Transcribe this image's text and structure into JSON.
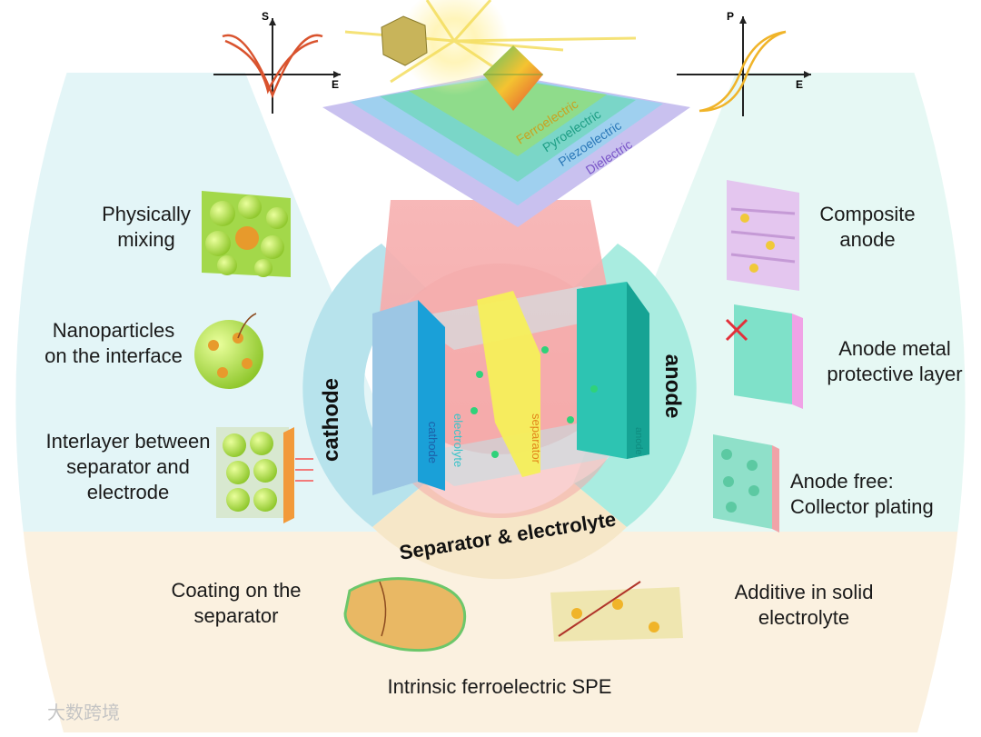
{
  "top": {
    "plot_left": {
      "y_axis": "S",
      "x_axis": "E"
    },
    "plot_right": {
      "y_axis": "P",
      "x_axis": "E"
    },
    "layers": [
      "Ferroelectric",
      "Pyroelectric",
      "Piezoelectric",
      "Dielectric"
    ]
  },
  "center": {
    "ring_cathode": "cathode",
    "ring_anode": "anode",
    "ring_bottom": "Separator & electrolyte",
    "battery": {
      "cathode": "cathode",
      "electrolyte": "electrolyte",
      "separator": "separator",
      "anode": "anode"
    }
  },
  "cathode_side": {
    "items": [
      "Physically\nmixing",
      "Nanoparticles\non the interface",
      "Interlayer between\nseparator and\nelectrode"
    ]
  },
  "anode_side": {
    "items": [
      "Composite\nanode",
      "Anode metal\nprotective layer",
      "Anode free:\nCollector plating"
    ]
  },
  "bottom": {
    "coating": "Coating on the\nseparator",
    "additive": "Additive in solid\nelectrolyte",
    "intrinsic": "Intrinsic ferroelectric SPE"
  },
  "watermark": "大数跨境",
  "colors": {
    "left_bg": "#e3f5f7",
    "right_bg": "#e6f8f4",
    "bottom_bg": "#fbf1e0",
    "cathode_ring": "#b7e3ec",
    "anode_ring": "#a9ece0",
    "bottom_ring": "#f6e7c8",
    "beam": "#f7b4b4",
    "ferroelectric": "#8fdc8b",
    "pyroelectric": "#7ad6c8",
    "piezoelectric": "#9fd0ef",
    "dielectric": "#c9c1ef"
  }
}
